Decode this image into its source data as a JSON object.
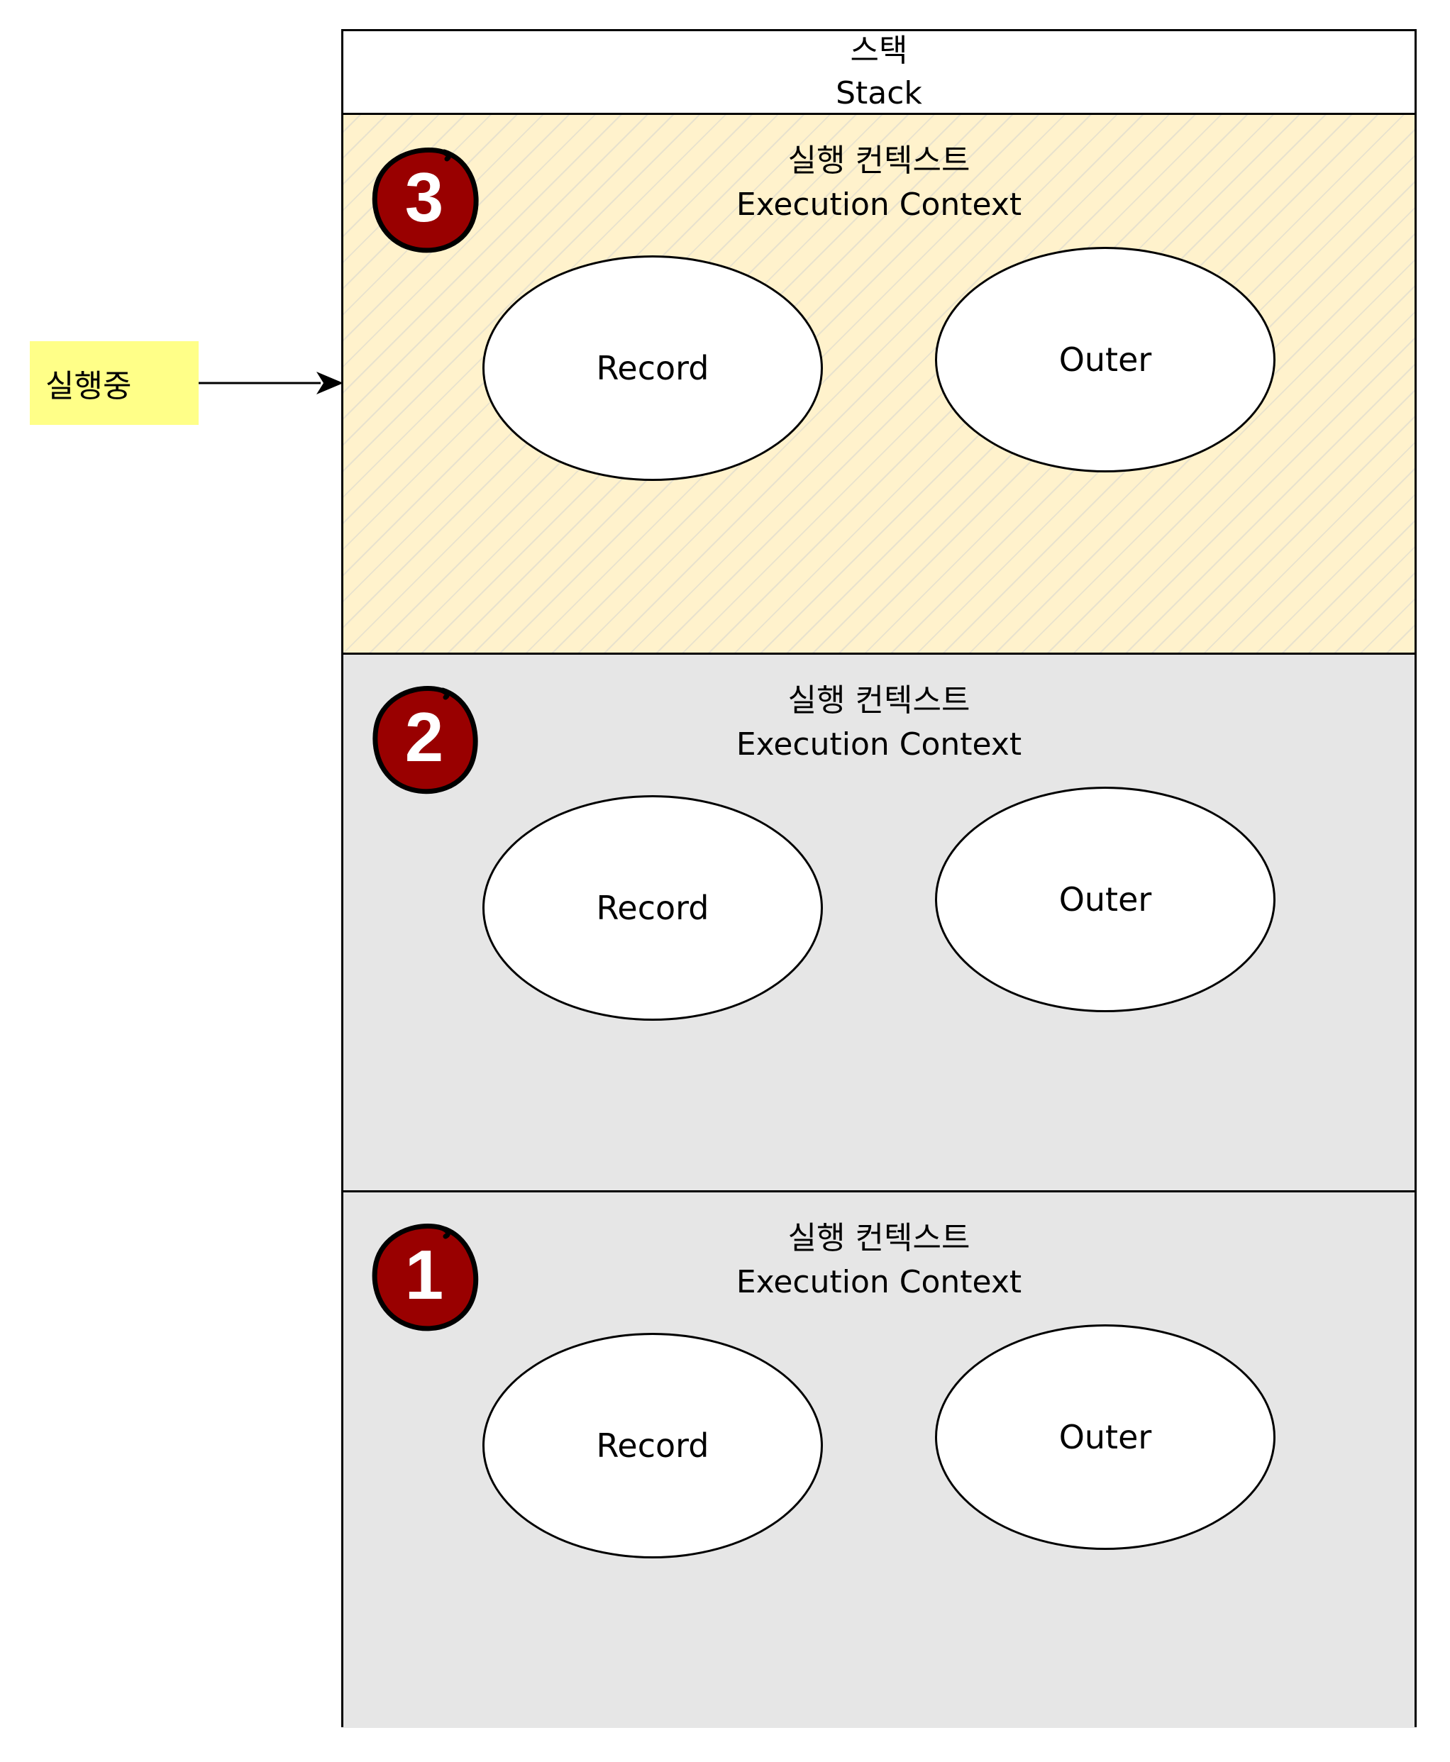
{
  "stack": {
    "title_ko": "스택",
    "title_en": "Stack"
  },
  "contexts": [
    {
      "number": "3",
      "title_ko": "실행 컨텍스트",
      "title_en": "Execution Context",
      "record_label": "Record",
      "outer_label": "Outer"
    },
    {
      "number": "2",
      "title_ko": "실행 컨텍스트",
      "title_en": "Execution Context",
      "record_label": "Record",
      "outer_label": "Outer"
    },
    {
      "number": "1",
      "title_ko": "실행 컨텍스트",
      "title_en": "Execution Context",
      "record_label": "Record",
      "outer_label": "Outer"
    }
  ],
  "note": {
    "label": "실행중"
  },
  "colors": {
    "active_fill": "#fff2cc",
    "inactive_fill": "#e6e6e6",
    "badge_fill": "#990000",
    "note_fill": "#ffff88"
  }
}
